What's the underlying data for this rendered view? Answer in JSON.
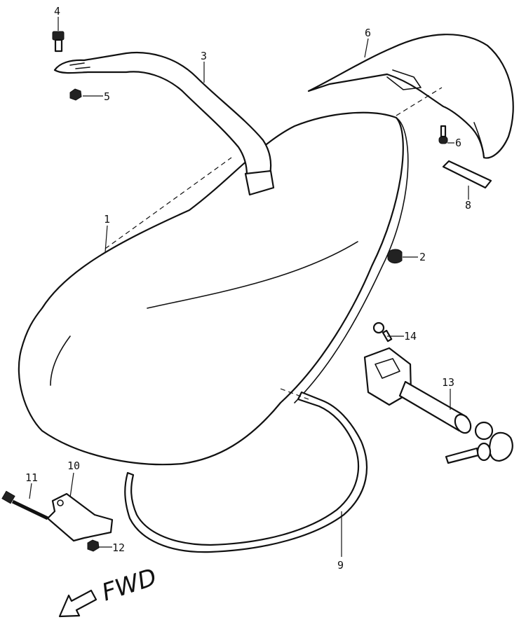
{
  "diagram": {
    "callouts": [
      {
        "id": "c1",
        "label": "1"
      },
      {
        "id": "c2",
        "label": "2"
      },
      {
        "id": "c3",
        "label": "3"
      },
      {
        "id": "c4",
        "label": "4"
      },
      {
        "id": "c5",
        "label": "5"
      },
      {
        "id": "c6a",
        "label": "6"
      },
      {
        "id": "c6b",
        "label": "6"
      },
      {
        "id": "c8",
        "label": "8"
      },
      {
        "id": "c9",
        "label": "9"
      },
      {
        "id": "c10",
        "label": "10"
      },
      {
        "id": "c11",
        "label": "11"
      },
      {
        "id": "c12",
        "label": "12"
      },
      {
        "id": "c13",
        "label": "13"
      },
      {
        "id": "c14",
        "label": "14"
      }
    ],
    "direction_label": "FWD"
  }
}
